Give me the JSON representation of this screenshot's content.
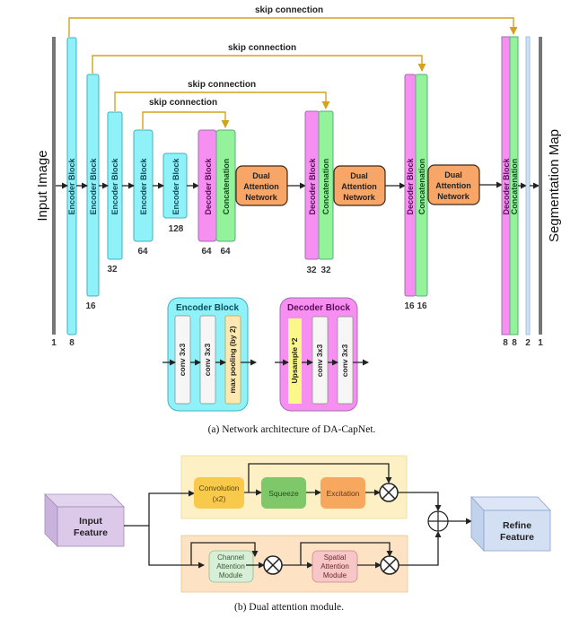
{
  "part_a": {
    "input_label": "Input Image",
    "output_label": "Segmentation Map",
    "skip_label": "skip connection",
    "encoder_label": "Encoder Block",
    "decoder_label": "Decoder Block",
    "concat_label": "Concatenation",
    "dan_lines": [
      "Dual",
      "Attention",
      "Network"
    ],
    "channels": {
      "input": "1",
      "enc1": "8",
      "enc2": "16",
      "enc3": "32",
      "enc4": "64",
      "enc5": "128",
      "dec1": "64",
      "cat1": "64",
      "dec2": "32",
      "cat2": "32",
      "dec3": "16",
      "cat3": "16",
      "dec4": "8",
      "cat4": "8",
      "final_conv": "2",
      "output": "1"
    },
    "encoder_detail": {
      "title": "Encoder Block",
      "layers": [
        "conv 3x3",
        "conv 3x3",
        "max pooling (by 2)"
      ]
    },
    "decoder_detail": {
      "title": "Decoder Block",
      "layers": [
        "Upsample *2",
        "conv 3x3",
        "conv 3x3"
      ]
    },
    "caption": "(a) Network architecture of DA-CapNet."
  },
  "part_b": {
    "input_lines": [
      "Input",
      "Feature"
    ],
    "output_lines": [
      "Refine",
      "Feature"
    ],
    "top_branch": {
      "conv_lines": [
        "Convolution",
        "(x2)"
      ],
      "squeeze": "Squeeze",
      "excitation": "Excitation"
    },
    "bottom_branch": {
      "channel_lines": [
        "Channel",
        "Attention",
        "Module"
      ],
      "spatial_lines": [
        "Spatial",
        "Attention",
        "Module"
      ]
    },
    "caption": "(b) Dual attention module."
  },
  "colors": {
    "encoder": "#8ef2f8",
    "decoder": "#f78ff2",
    "concatenation": "#94f29a",
    "dual_attention": "#f8a668",
    "skip": "#d6a21e",
    "upsample": "#fbf78a",
    "maxpool": "#fde9b0"
  }
}
